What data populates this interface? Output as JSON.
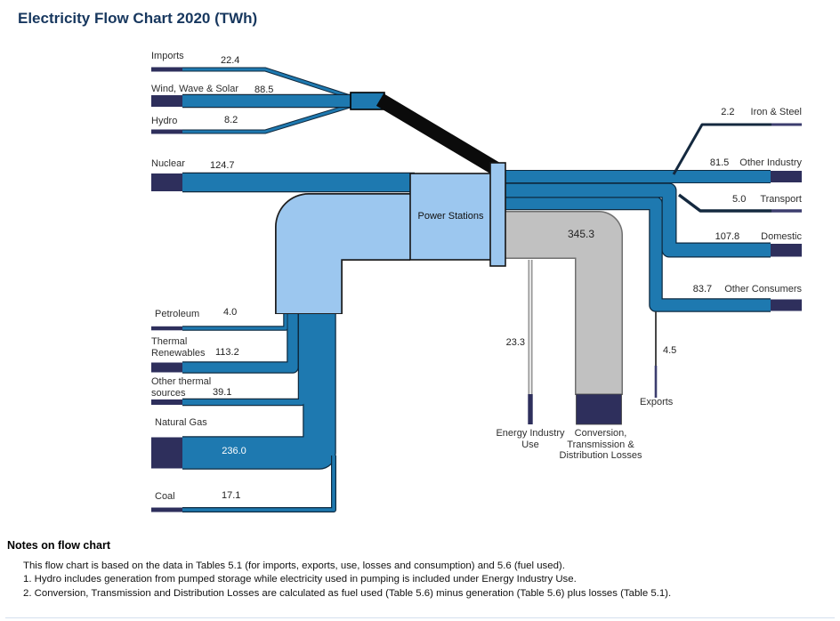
{
  "header": {
    "title": "Electricity Flow Chart 2020 (TWh)"
  },
  "chart_data": {
    "type": "sankey",
    "title": "Electricity Flow Chart 2020 (TWh)",
    "unit": "TWh",
    "center_node": "Power Stations",
    "inputs": [
      {
        "label": "Imports",
        "value": 22.4,
        "display": "22.4"
      },
      {
        "label": "Wind, Wave & Solar",
        "value": 88.5,
        "display": "88.5"
      },
      {
        "label": "Hydro",
        "value": 8.2,
        "display": "8.2"
      },
      {
        "label": "Nuclear",
        "value": 124.7,
        "display": "124.7"
      },
      {
        "label": "Petroleum",
        "value": 4.0,
        "display": "4.0"
      },
      {
        "label": "Thermal Renewables",
        "value": 113.2,
        "display": "113.2"
      },
      {
        "label": "Other thermal sources",
        "value": 39.1,
        "display": "39.1"
      },
      {
        "label": "Natural Gas",
        "value": 236.0,
        "display": "236.0"
      },
      {
        "label": "Coal",
        "value": 17.1,
        "display": "17.1"
      }
    ],
    "outputs": [
      {
        "label": "Iron & Steel",
        "value": 2.2,
        "display": "2.2"
      },
      {
        "label": "Other Industry",
        "value": 81.5,
        "display": "81.5"
      },
      {
        "label": "Transport",
        "value": 5.0,
        "display": "5.0"
      },
      {
        "label": "Domestic",
        "value": 107.8,
        "display": "107.8"
      },
      {
        "label": "Other Consumers",
        "value": 83.7,
        "display": "83.7"
      },
      {
        "label": "Exports",
        "value": 4.5,
        "display": "4.5"
      },
      {
        "label": "Energy Industry Use",
        "value": 23.3,
        "display": "23.3"
      },
      {
        "label": "Conversion, Transmission & Distribution Losses",
        "value": 345.3,
        "display": "345.3"
      }
    ],
    "colors": {
      "flow_blue": "#1e79b0",
      "cap_navy": "#2e2f5c",
      "station_lightblue": "#9cc7ef",
      "losses_gray": "#c1c1c1",
      "direct_supply_black": "#0b0b0b",
      "title_navy": "#17375e"
    },
    "layout_hints": "inputs on left feed Power Stations; direct renewables/imports bypass via black pipe; outputs on right; losses flow down in gray"
  },
  "notes": {
    "heading": "Notes on flow chart",
    "lines": [
      "This flow chart is based on the data in Tables 5.1 (for imports, exports, use, losses and consumption) and 5.6 (fuel used).",
      "1. Hydro includes generation from pumped storage while electricity used in pumping is included under Energy Industry Use.",
      "2. Conversion, Transmission and Distribution Losses are calculated as fuel used (Table 5.6) minus generation (Table 5.6) plus losses (Table 5.1)."
    ]
  }
}
